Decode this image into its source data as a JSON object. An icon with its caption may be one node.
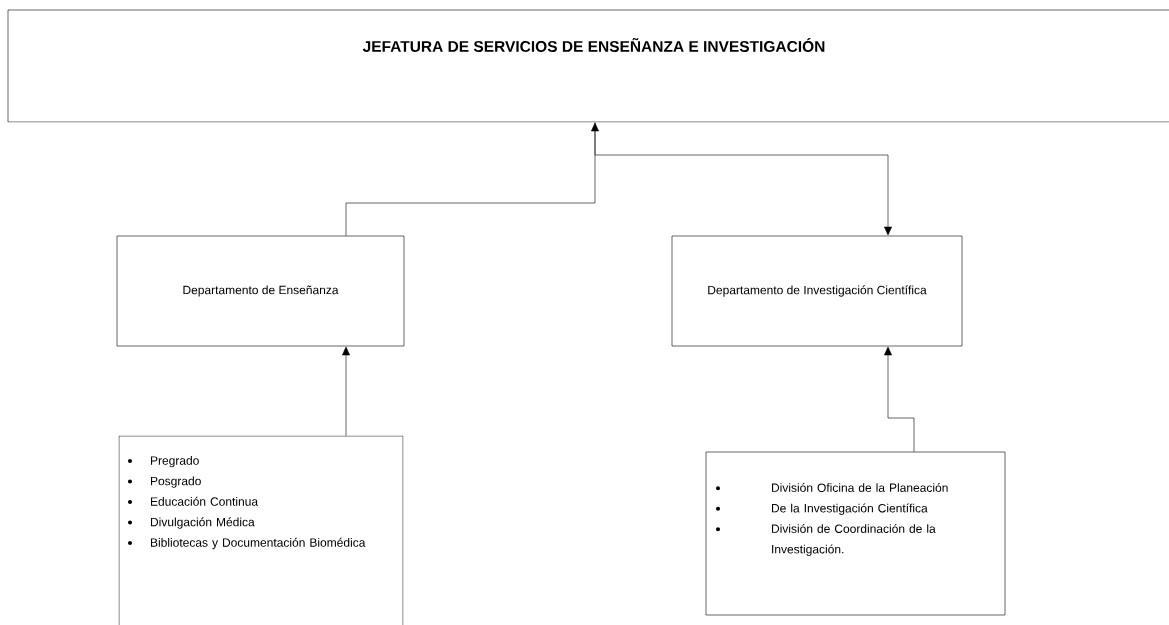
{
  "diagram": {
    "nodes": [
      {
        "text": [
          "JEFATURA DE SERVICIOS DE ENSEÑANZA E INVESTIGACIÓN"
        ]
      },
      {
        "text": [
          "Departamento de Enseñanza"
        ]
      },
      {
        "text": [
          "Departamento de Investigación Científica"
        ]
      },
      {
        "text": [
          "Pregrado",
          "Posgrado",
          "Educación Continua",
          "Divulgación Médica",
          "Bibliotecas y Documentación Biomédica"
        ]
      },
      {
        "text": [
          "División Oficina de la Planeación",
          "De la Investigación Científica",
          "División de Coordinación de la Investigación."
        ]
      }
    ],
    "edges": [
      {
        "from": 1,
        "to": 0,
        "arrow": "to"
      },
      {
        "from": 0,
        "to": 2,
        "arrow": "to"
      },
      {
        "from": 3,
        "to": 1,
        "arrow": "to"
      },
      {
        "from": 4,
        "to": 2,
        "arrow": "to"
      }
    ]
  }
}
